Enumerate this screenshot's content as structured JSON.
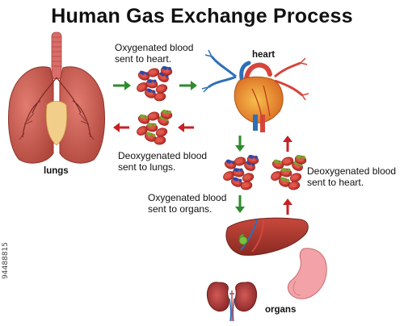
{
  "title": "Human Gas Exchange Process",
  "labels": {
    "lungs": "lungs",
    "heart": "heart",
    "organs": "organs"
  },
  "captions": {
    "oxy_to_heart_1": "Oxygenated blood",
    "oxy_to_heart_2": "sent to heart.",
    "deoxy_to_lungs_1": "Deoxygenated blood",
    "deoxy_to_lungs_2": "sent to lungs.",
    "oxy_to_organs_1": "Oxygenated blood",
    "oxy_to_organs_2": "sent to organs.",
    "deoxy_to_heart_1": "Deoxygenated blood",
    "deoxy_to_heart_2": "sent to heart."
  },
  "stock_id": "94488815",
  "colors": {
    "oxygenated_arrow": "#2e8b2e",
    "deoxygenated_arrow": "#c62026",
    "red_cell": "#c9302c",
    "oxygen_molecule": "#2b4aa8",
    "co2_molecule": "#7aa62e",
    "lung": "#c9584c",
    "heart": "#e38a2c",
    "liver": "#a8382e",
    "kidney": "#a83a3a",
    "stomach": "#f0a0a6"
  }
}
